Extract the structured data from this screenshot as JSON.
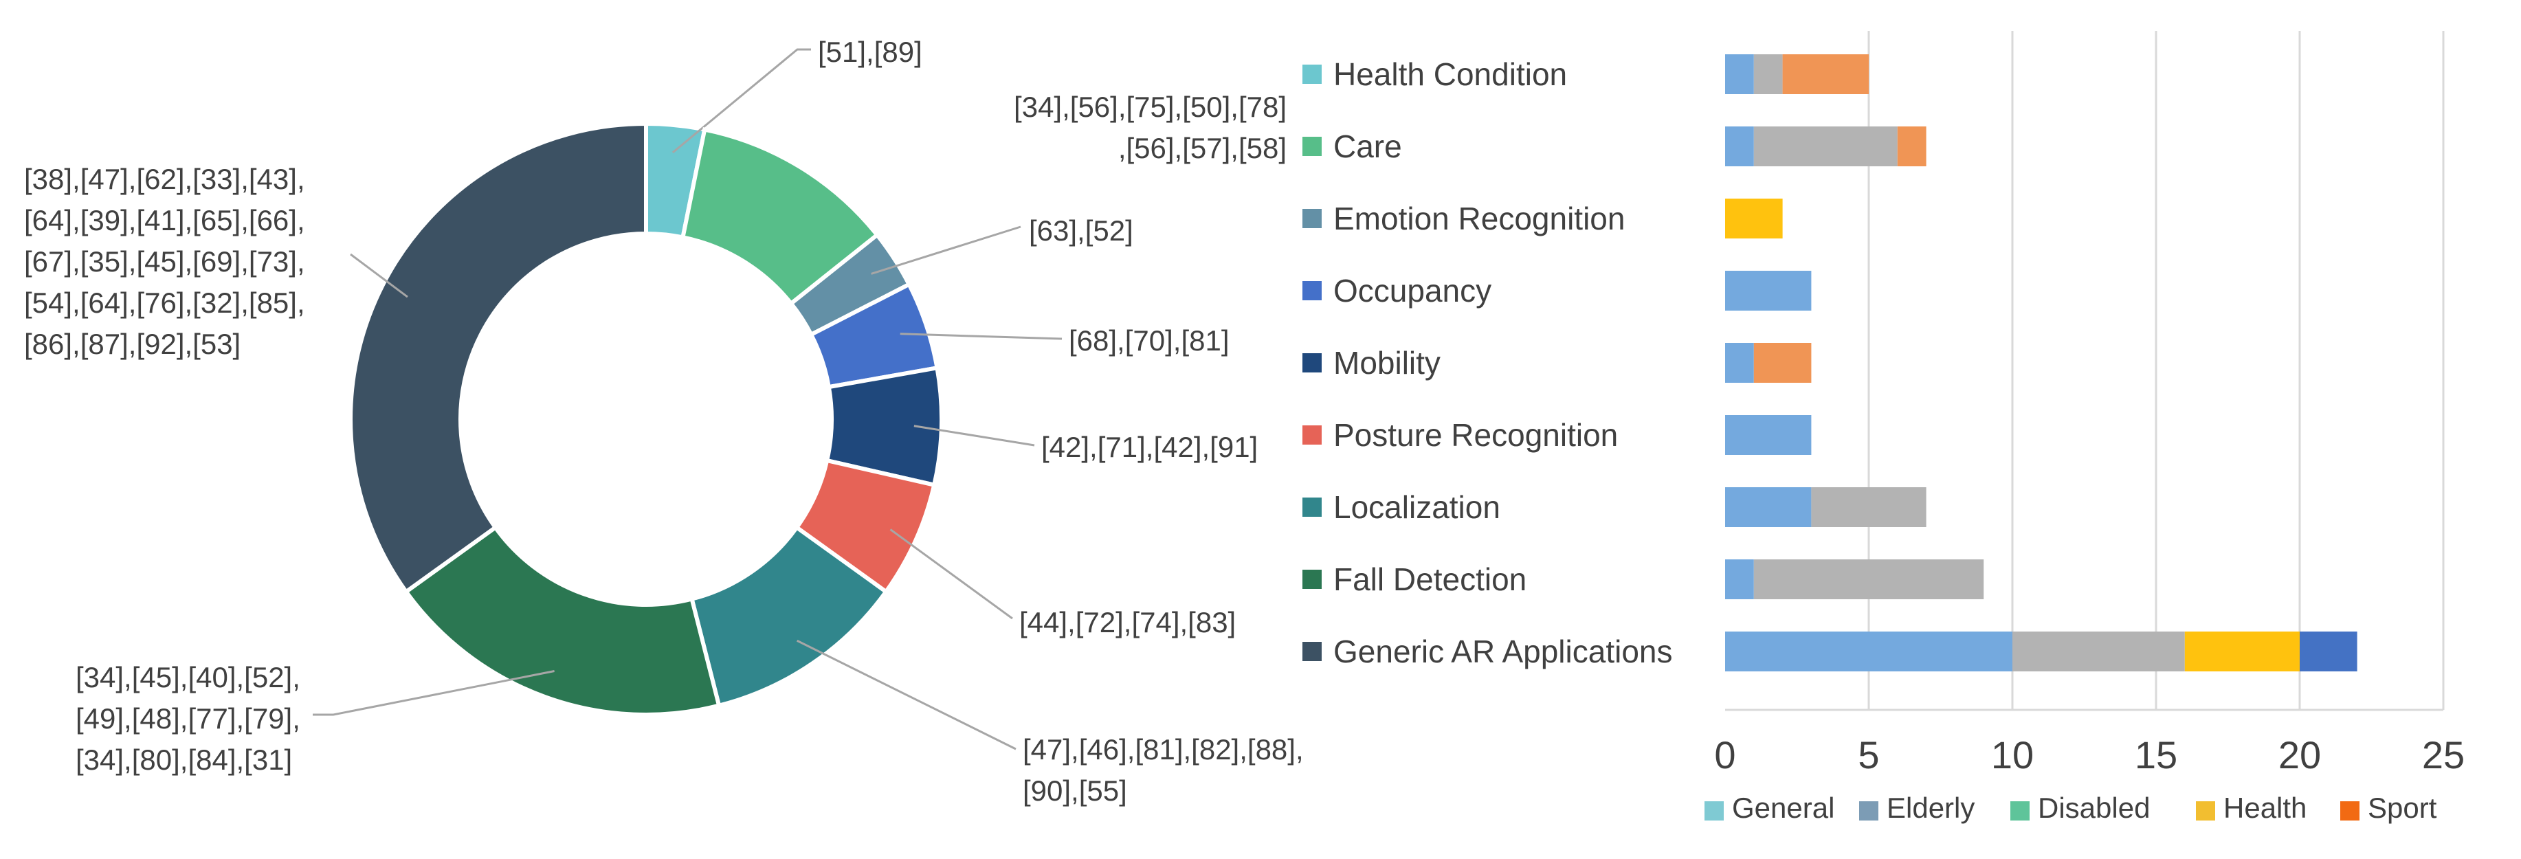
{
  "chart_data": [
    {
      "type": "pie",
      "variant": "donut",
      "slices": [
        {
          "category": "Health Condition",
          "value": 2,
          "label": "[51],[89]",
          "color": "#6CC7CF"
        },
        {
          "category": "Care",
          "value": 7,
          "label": "[34],[56],[75],[50],[78],[56],[57],[58]",
          "color": "#57BE89"
        },
        {
          "category": "Emotion Recognition",
          "value": 2,
          "label": "[63],[52]",
          "color": "#6390A6"
        },
        {
          "category": "Occupancy",
          "value": 3,
          "label": "[68],[70],[81]",
          "color": "#4470C9"
        },
        {
          "category": "Mobility",
          "value": 4,
          "label": "[42],[71],[42],[91]",
          "color": "#1F487C"
        },
        {
          "category": "Posture Recognition",
          "value": 4,
          "label": "[44],[72],[74],[83]",
          "color": "#E66357"
        },
        {
          "category": "Localization",
          "value": 7,
          "label": "[47],[46],[81],[82],[88],[90],[55]",
          "color": "#31868C"
        },
        {
          "category": "Fall Detection",
          "value": 12,
          "label": "[34],[45],[40],[52],[49],[48],[77],[79],[34],[80],[84],[31]",
          "color": "#2B7752"
        },
        {
          "category": "Generic AR Applications",
          "value": 22,
          "label": "[38],[47],[62],[33],[43],[64],[39],[41],[65],[66],[67],[35],[45],[69],[73],[54],[64],[76],[32],[85],[86],[87],[92],[53]",
          "color": "#3C5163"
        }
      ]
    },
    {
      "type": "bar",
      "orientation": "horizontal",
      "stacked": true,
      "categories": [
        "Health Condition",
        "Care",
        "Emotion Recognition",
        "Occupancy",
        "Mobility",
        "Posture Recognition",
        "Localization",
        "Fall Detection",
        "Generic AR Applications"
      ],
      "category_colors": [
        "#6CC7CF",
        "#57BE89",
        "#6390A6",
        "#4470C9",
        "#1F487C",
        "#E66357",
        "#31868C",
        "#2B7752",
        "#3C5163"
      ],
      "stack_segments": [
        [
          {
            "color": "#74A9DE",
            "value": 1
          },
          {
            "color": "#B3B3B3",
            "value": 1
          },
          {
            "color": "#F09555",
            "value": 3
          }
        ],
        [
          {
            "color": "#74A9DE",
            "value": 1
          },
          {
            "color": "#B3B3B3",
            "value": 5
          },
          {
            "color": "#F09555",
            "value": 1
          }
        ],
        [
          {
            "color": "#FFC20E",
            "value": 2
          }
        ],
        [
          {
            "color": "#74A9DE",
            "value": 3
          }
        ],
        [
          {
            "color": "#74A9DE",
            "value": 1
          },
          {
            "color": "#F09555",
            "value": 2
          }
        ],
        [
          {
            "color": "#74A9DE",
            "value": 3
          }
        ],
        [
          {
            "color": "#74A9DE",
            "value": 3
          },
          {
            "color": "#B3B3B3",
            "value": 4
          }
        ],
        [
          {
            "color": "#74A9DE",
            "value": 1
          },
          {
            "color": "#B3B3B3",
            "value": 8
          }
        ],
        [
          {
            "color": "#74A9DE",
            "value": 10
          },
          {
            "color": "#B3B3B3",
            "value": 6
          },
          {
            "color": "#FFC20E",
            "value": 4
          },
          {
            "color": "#4472C4",
            "value": 2
          }
        ]
      ],
      "xlim": [
        0,
        25
      ],
      "xticks": [
        0,
        5,
        10,
        15,
        20,
        25
      ],
      "grid": "vertical",
      "legend": {
        "placement": "bottom",
        "items": [
          {
            "name": "General",
            "color": "#7FCAD3"
          },
          {
            "name": "Elderly",
            "color": "#7C9CB5"
          },
          {
            "name": "Disabled",
            "color": "#5EC49A"
          },
          {
            "name": "Health",
            "color": "#F2BE30"
          },
          {
            "name": "Sport",
            "color": "#F26A13"
          }
        ]
      }
    }
  ]
}
